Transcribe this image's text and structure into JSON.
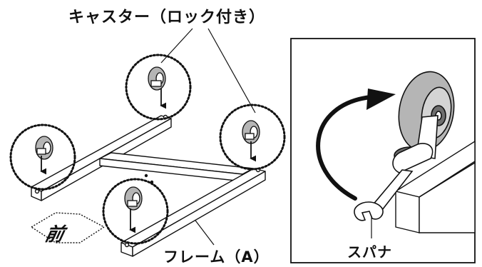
{
  "labels": {
    "caster": "キャスター（ロック付き）",
    "frame": "フレーム（A）",
    "front": "前",
    "wrench": "スパナ"
  },
  "colors": {
    "line": "#111111",
    "frame_fill": "#ffffff",
    "wheel_shade": "#b5b5b5",
    "wheel_dark": "#6e6e6e"
  },
  "icons": [
    "caster-wheel-icon",
    "wrench-icon",
    "rotation-arrow-icon",
    "down-arrow-icon"
  ]
}
